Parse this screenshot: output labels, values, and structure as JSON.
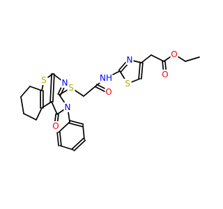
{
  "colors": {
    "bond": "#000000",
    "oxygen": "#ff0000",
    "nitrogen": "#0000ff",
    "sulfur": "#b2b200"
  },
  "atoms": [
    {
      "id": "o_ester",
      "text": "O",
      "element": "oxygen"
    },
    {
      "id": "o_carbonyl_ester",
      "text": "O",
      "element": "oxygen"
    },
    {
      "id": "n_thiazole",
      "text": "N",
      "element": "nitrogen"
    },
    {
      "id": "s_thiazole",
      "text": "S",
      "element": "sulfur"
    },
    {
      "id": "nh_amide",
      "text": "NH",
      "element": "nitrogen"
    },
    {
      "id": "o_amide",
      "text": "O",
      "element": "oxygen"
    },
    {
      "id": "s_thioether",
      "text": "S",
      "element": "sulfur"
    },
    {
      "id": "s_thiophene",
      "text": "S",
      "element": "sulfur"
    },
    {
      "id": "n_pyrimidine_top",
      "text": "N",
      "element": "nitrogen"
    },
    {
      "id": "n_pyrimidine_phenyl",
      "text": "N",
      "element": "nitrogen"
    },
    {
      "id": "o_pyrimidinone",
      "text": "O",
      "element": "oxygen"
    }
  ]
}
